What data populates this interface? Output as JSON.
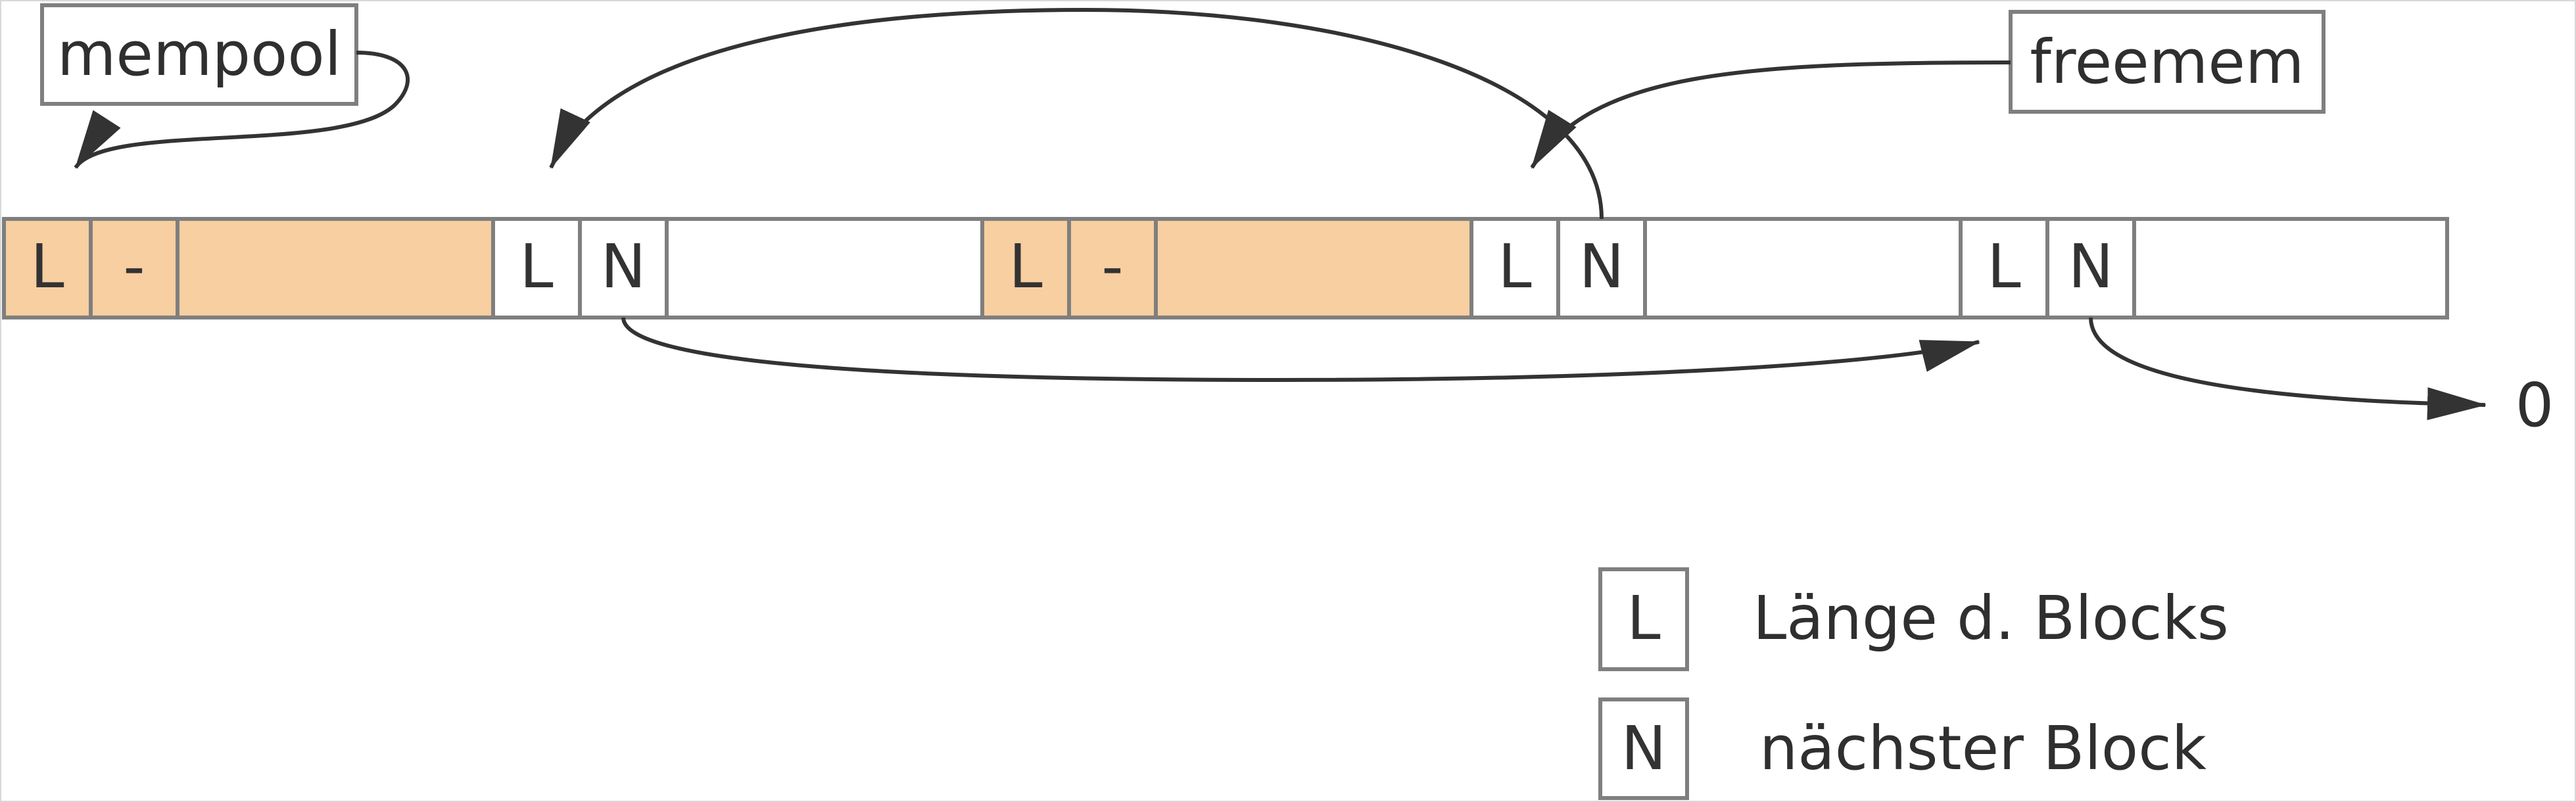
{
  "labels": {
    "mempool": "mempool",
    "freemem": "freemem",
    "null_pointer": "0"
  },
  "blocks": [
    {
      "id": "block-1",
      "state": "allocated",
      "cells": [
        "L",
        "-"
      ]
    },
    {
      "id": "block-2",
      "state": "free",
      "cells": [
        "L",
        "N"
      ]
    },
    {
      "id": "block-3",
      "state": "allocated",
      "cells": [
        "L",
        "-"
      ]
    },
    {
      "id": "block-4",
      "state": "free",
      "cells": [
        "L",
        "N"
      ]
    },
    {
      "id": "block-5",
      "state": "free",
      "cells": [
        "L",
        "N"
      ]
    }
  ],
  "legend": [
    {
      "symbol": "L",
      "text": "Länge d. Blocks"
    },
    {
      "symbol": "N",
      "text": "nächster Block"
    }
  ],
  "colors": {
    "allocated_fill": "#f7cfa0",
    "free_fill": "#ffffff",
    "border": "#7f7f7f",
    "arrow": "#333333",
    "text": "#333333"
  }
}
